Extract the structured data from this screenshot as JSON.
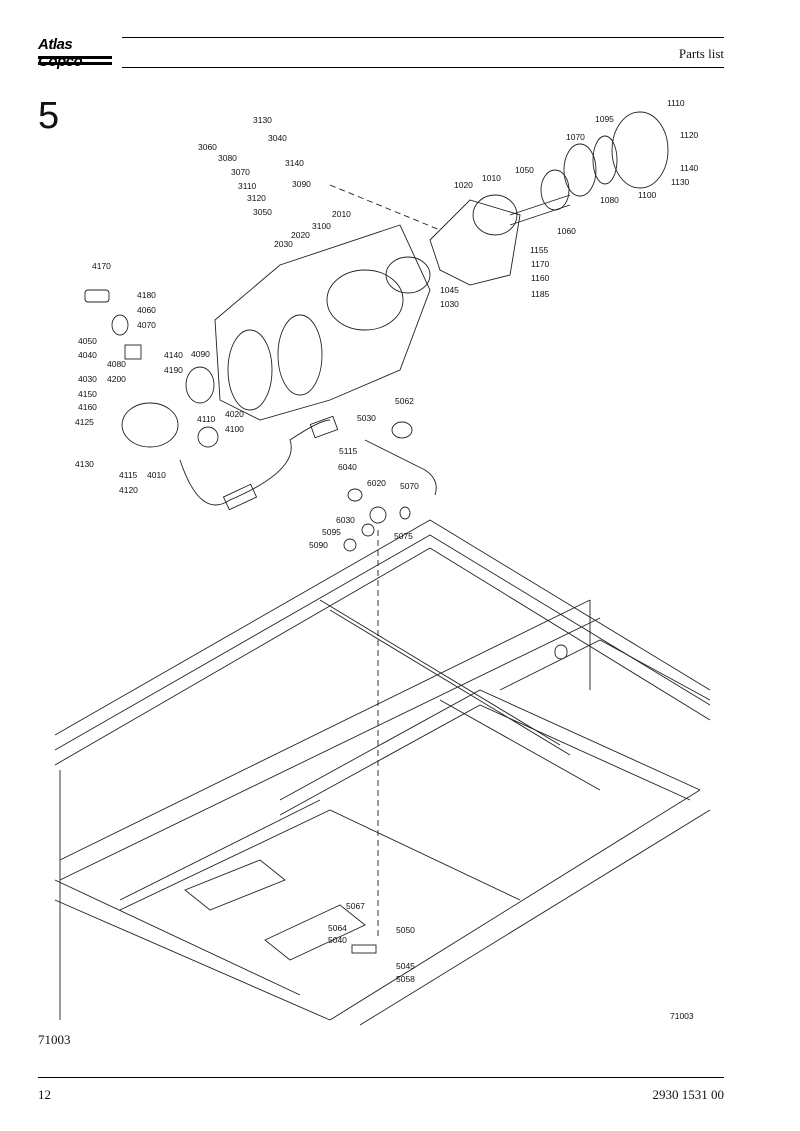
{
  "header": {
    "brand": "Atlas Copco",
    "title": "Parts list"
  },
  "section_number": "5",
  "drawing": {
    "inner_code": "71003",
    "labels": [
      {
        "id": "3130"
      },
      {
        "id": "3060"
      },
      {
        "id": "3040"
      },
      {
        "id": "3080"
      },
      {
        "id": "3140"
      },
      {
        "id": "3070"
      },
      {
        "id": "3090"
      },
      {
        "id": "3110"
      },
      {
        "id": "3120"
      },
      {
        "id": "3050"
      },
      {
        "id": "2010"
      },
      {
        "id": "3100"
      },
      {
        "id": "2020"
      },
      {
        "id": "2030"
      },
      {
        "id": "1110"
      },
      {
        "id": "1095"
      },
      {
        "id": "1120"
      },
      {
        "id": "1070"
      },
      {
        "id": "1140"
      },
      {
        "id": "1130"
      },
      {
        "id": "1050"
      },
      {
        "id": "1010"
      },
      {
        "id": "1020"
      },
      {
        "id": "1080"
      },
      {
        "id": "1100"
      },
      {
        "id": "1060"
      },
      {
        "id": "1155"
      },
      {
        "id": "1170"
      },
      {
        "id": "1160"
      },
      {
        "id": "1185"
      },
      {
        "id": "1045"
      },
      {
        "id": "1030"
      },
      {
        "id": "4170"
      },
      {
        "id": "4180"
      },
      {
        "id": "4060"
      },
      {
        "id": "4070"
      },
      {
        "id": "4050"
      },
      {
        "id": "4040"
      },
      {
        "id": "4140"
      },
      {
        "id": "4090"
      },
      {
        "id": "4080"
      },
      {
        "id": "4190"
      },
      {
        "id": "4030"
      },
      {
        "id": "4200"
      },
      {
        "id": "4150"
      },
      {
        "id": "4160"
      },
      {
        "id": "4020"
      },
      {
        "id": "4110"
      },
      {
        "id": "4125"
      },
      {
        "id": "4100"
      },
      {
        "id": "4130"
      },
      {
        "id": "4010"
      },
      {
        "id": "4115"
      },
      {
        "id": "4120"
      },
      {
        "id": "5062"
      },
      {
        "id": "5030"
      },
      {
        "id": "5115"
      },
      {
        "id": "6040"
      },
      {
        "id": "6020"
      },
      {
        "id": "5070"
      },
      {
        "id": "6030"
      },
      {
        "id": "5095"
      },
      {
        "id": "5075"
      },
      {
        "id": "5090"
      },
      {
        "id": "5067"
      },
      {
        "id": "5064"
      },
      {
        "id": "5040"
      },
      {
        "id": "5050"
      },
      {
        "id": "5045"
      },
      {
        "id": "5058"
      }
    ]
  },
  "footer": {
    "drawing_code": "71003",
    "page_number": "12",
    "document_number": "2930 1531 00"
  }
}
